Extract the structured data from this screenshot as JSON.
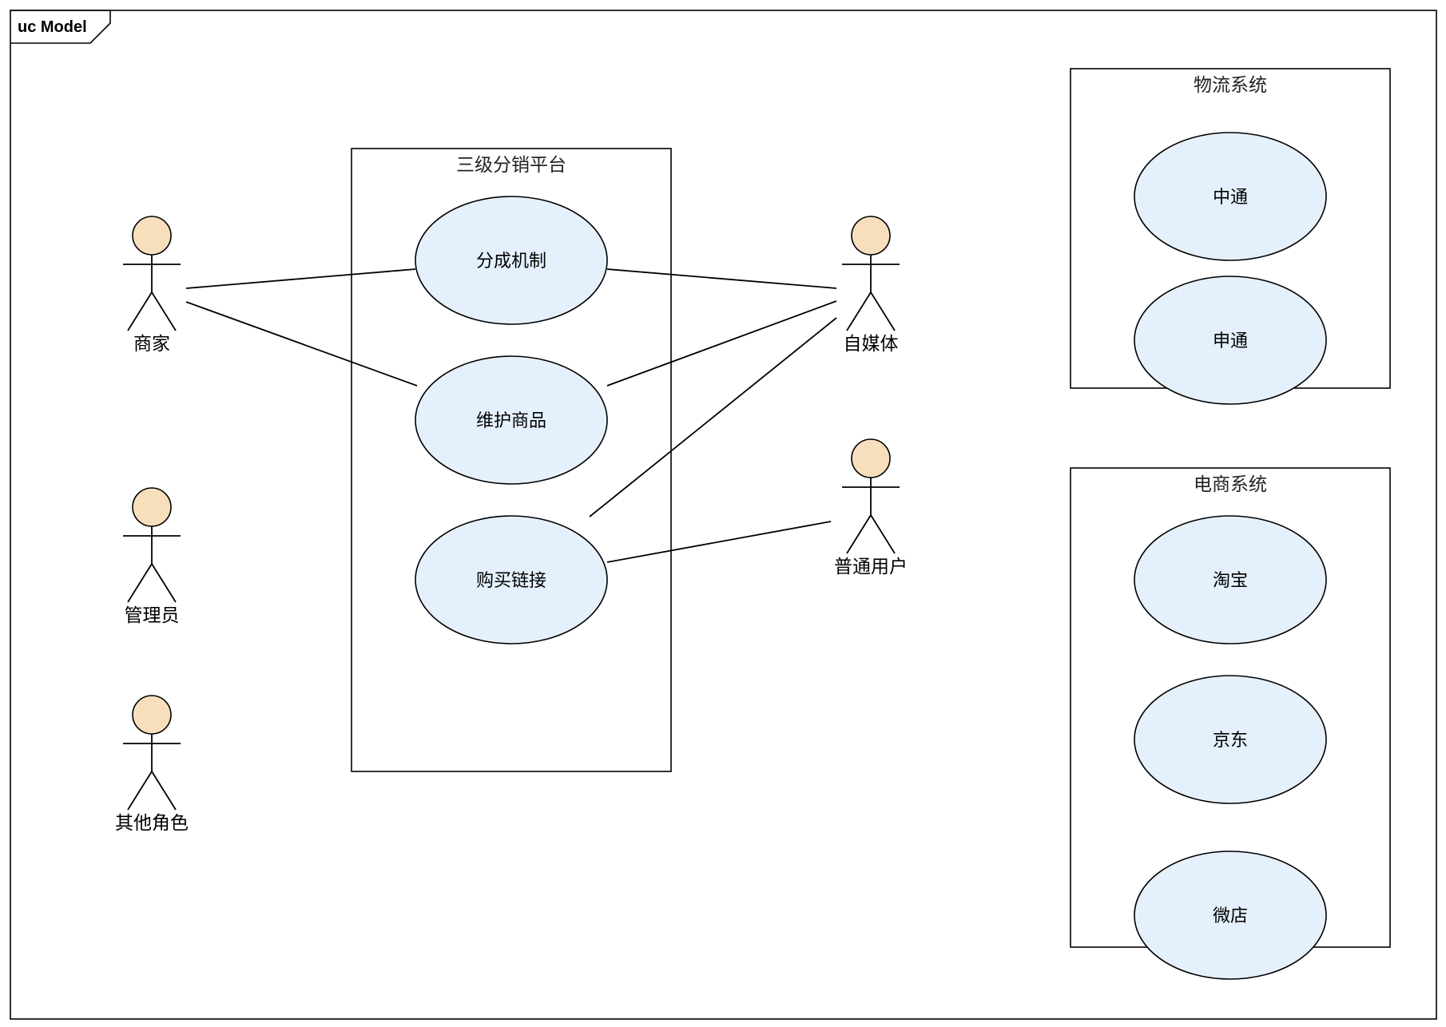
{
  "frame": {
    "title": "uc Model"
  },
  "systems": {
    "distribution": {
      "title": "三级分销平台",
      "use_cases": {
        "revenue_share": "分成机制",
        "maintain_goods": "维护商品",
        "purchase_link": "购买链接"
      }
    },
    "logistics": {
      "title": "物流系统",
      "use_cases": {
        "zto": "中通",
        "sto": "申通"
      }
    },
    "ecommerce": {
      "title": "电商系统",
      "use_cases": {
        "taobao": "淘宝",
        "jd": "京东",
        "weidian": "微店"
      }
    }
  },
  "actors": {
    "merchant": "商家",
    "admin": "管理员",
    "other": "其他角色",
    "self_media": "自媒体",
    "user": "普通用户"
  },
  "colors": {
    "use_case_fill": "#e4f0fb",
    "actor_head_fill": "#f7dfbe",
    "line": "#000000"
  }
}
